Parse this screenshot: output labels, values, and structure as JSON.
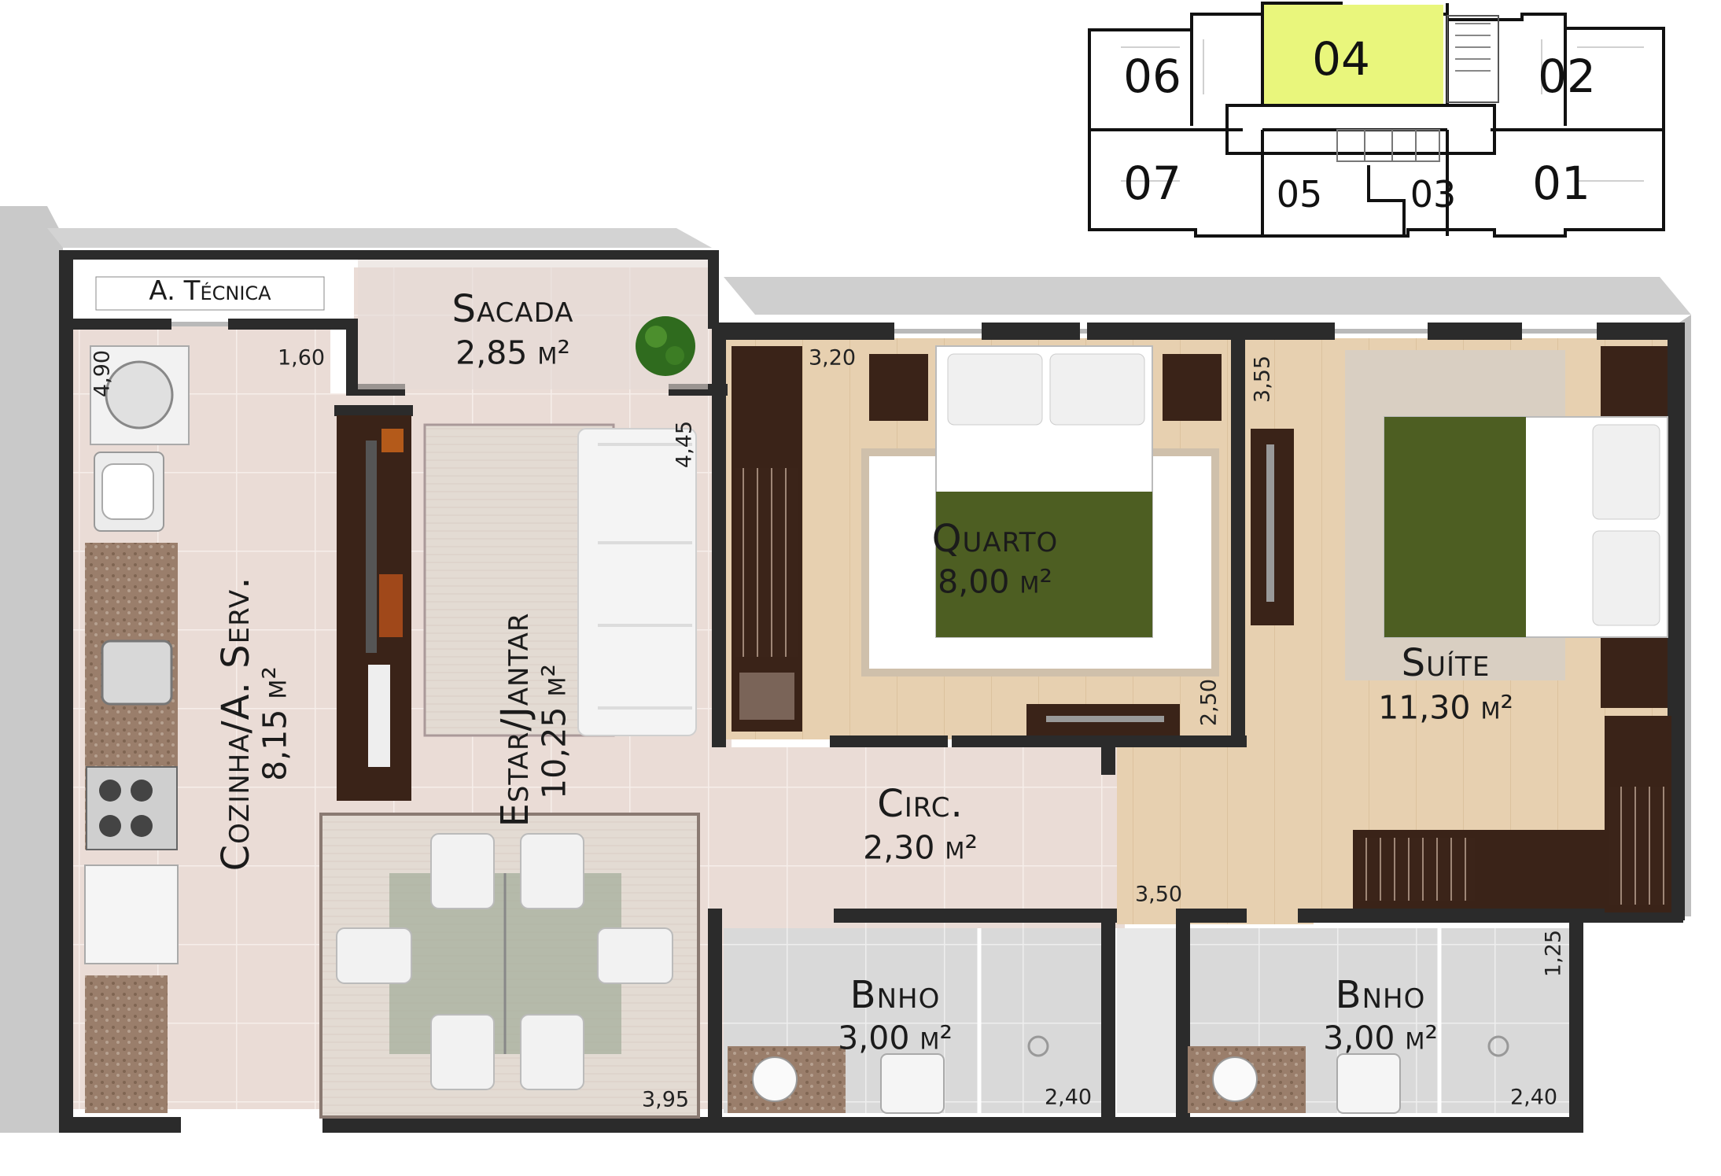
{
  "key_plan": {
    "units": [
      {
        "label": "06",
        "highlighted": false
      },
      {
        "label": "04",
        "highlighted": true
      },
      {
        "label": "02",
        "highlighted": false
      },
      {
        "label": "07",
        "highlighted": false
      },
      {
        "label": "05",
        "highlighted": false
      },
      {
        "label": "03",
        "highlighted": false
      },
      {
        "label": "01",
        "highlighted": false
      }
    ],
    "highlight_color": "#e9f67c"
  },
  "rooms": {
    "tecnica": {
      "name": "A. Técnica"
    },
    "sacada": {
      "name": "Sacada",
      "area": "2,85 m²"
    },
    "cozinha": {
      "name": "Cozinha/A. Serv.",
      "area": "8,15 m²"
    },
    "estar": {
      "name": "Estar/Jantar",
      "area": "10,25 m²"
    },
    "quarto": {
      "name": "Quarto",
      "area": "8,00 m²"
    },
    "suite": {
      "name": "Suíte",
      "area": "11,30 m²"
    },
    "circ": {
      "name": "Circ.",
      "area": "2,30 m²"
    },
    "bnho1": {
      "name": "Bnho",
      "area": "3,00 m²"
    },
    "bnho2": {
      "name": "Bnho",
      "area": "3,00 m²"
    }
  },
  "dimensions": {
    "d_490": "4,90",
    "d_160": "1,60",
    "d_320": "3,20",
    "d_445": "4,45",
    "d_355": "3,55",
    "d_250": "2,50",
    "d_350": "3,50",
    "d_395": "3,95",
    "d_240a": "2,40",
    "d_240b": "2,40",
    "d_125": "1,25"
  },
  "colors": {
    "wall": "#2b2b2b",
    "wall_shadow": "#b8b8b8",
    "tile_floor": "#eadcd6",
    "wood_floor": "#e6cfb0",
    "bath_floor": "#d6d6d6",
    "bedspread": "#4d5e22",
    "dark_wood": "#3a2318",
    "plant": "#2f6b1e"
  }
}
